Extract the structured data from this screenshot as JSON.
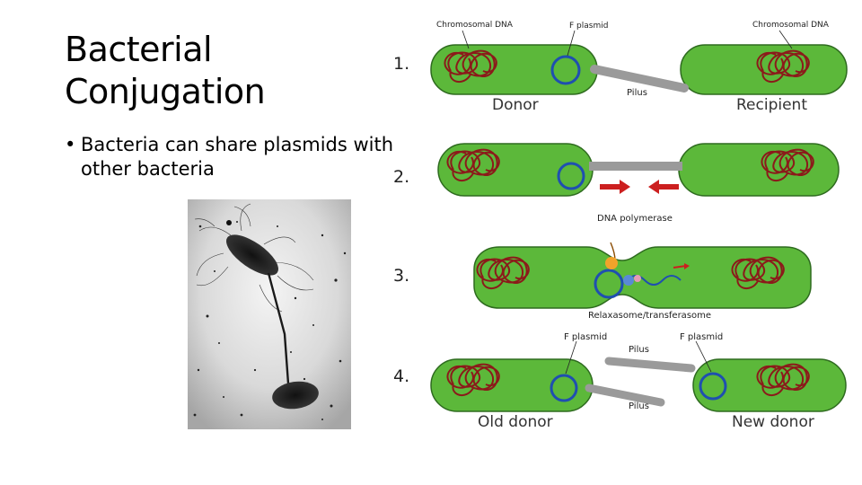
{
  "slide": {
    "title_lines": [
      "Bacterial",
      "Conjugation"
    ],
    "bullets": [
      "Bacteria can share plasmids with other bacteria"
    ],
    "bullet_symbol": "•",
    "step_numbers": [
      "1.",
      "2.",
      "3.",
      "4."
    ]
  },
  "diagram": {
    "labels": {
      "chromosomal_dna_left": "Chromosomal DNA",
      "f_plasmid_top": "F plasmid",
      "chromosomal_dna_right": "Chromosomal DNA",
      "pilus_1": "Pilus",
      "donor": "Donor",
      "recipient": "Recipient",
      "dna_polymerase": "DNA polymerase",
      "relaxasome": "Relaxasome/transferasome",
      "f_plasmid_left": "F plasmid",
      "f_plasmid_right": "F plasmid",
      "pilus_4a": "Pilus",
      "pilus_4b": "Pilus",
      "old_donor": "Old donor",
      "new_donor": "New donor"
    },
    "colors": {
      "cell_fill": "#5cb83a",
      "cell_stroke": "#2e6b1f",
      "chromosome": "#8b1a1a",
      "plasmid": "#1f4fb0",
      "pilus": "#9a9a9a",
      "arrow": "#cc1f1f",
      "polymerase": "#f2a32a",
      "relaxase": "#5a8ad6",
      "relaxase_pink": "#e79ab8"
    }
  }
}
